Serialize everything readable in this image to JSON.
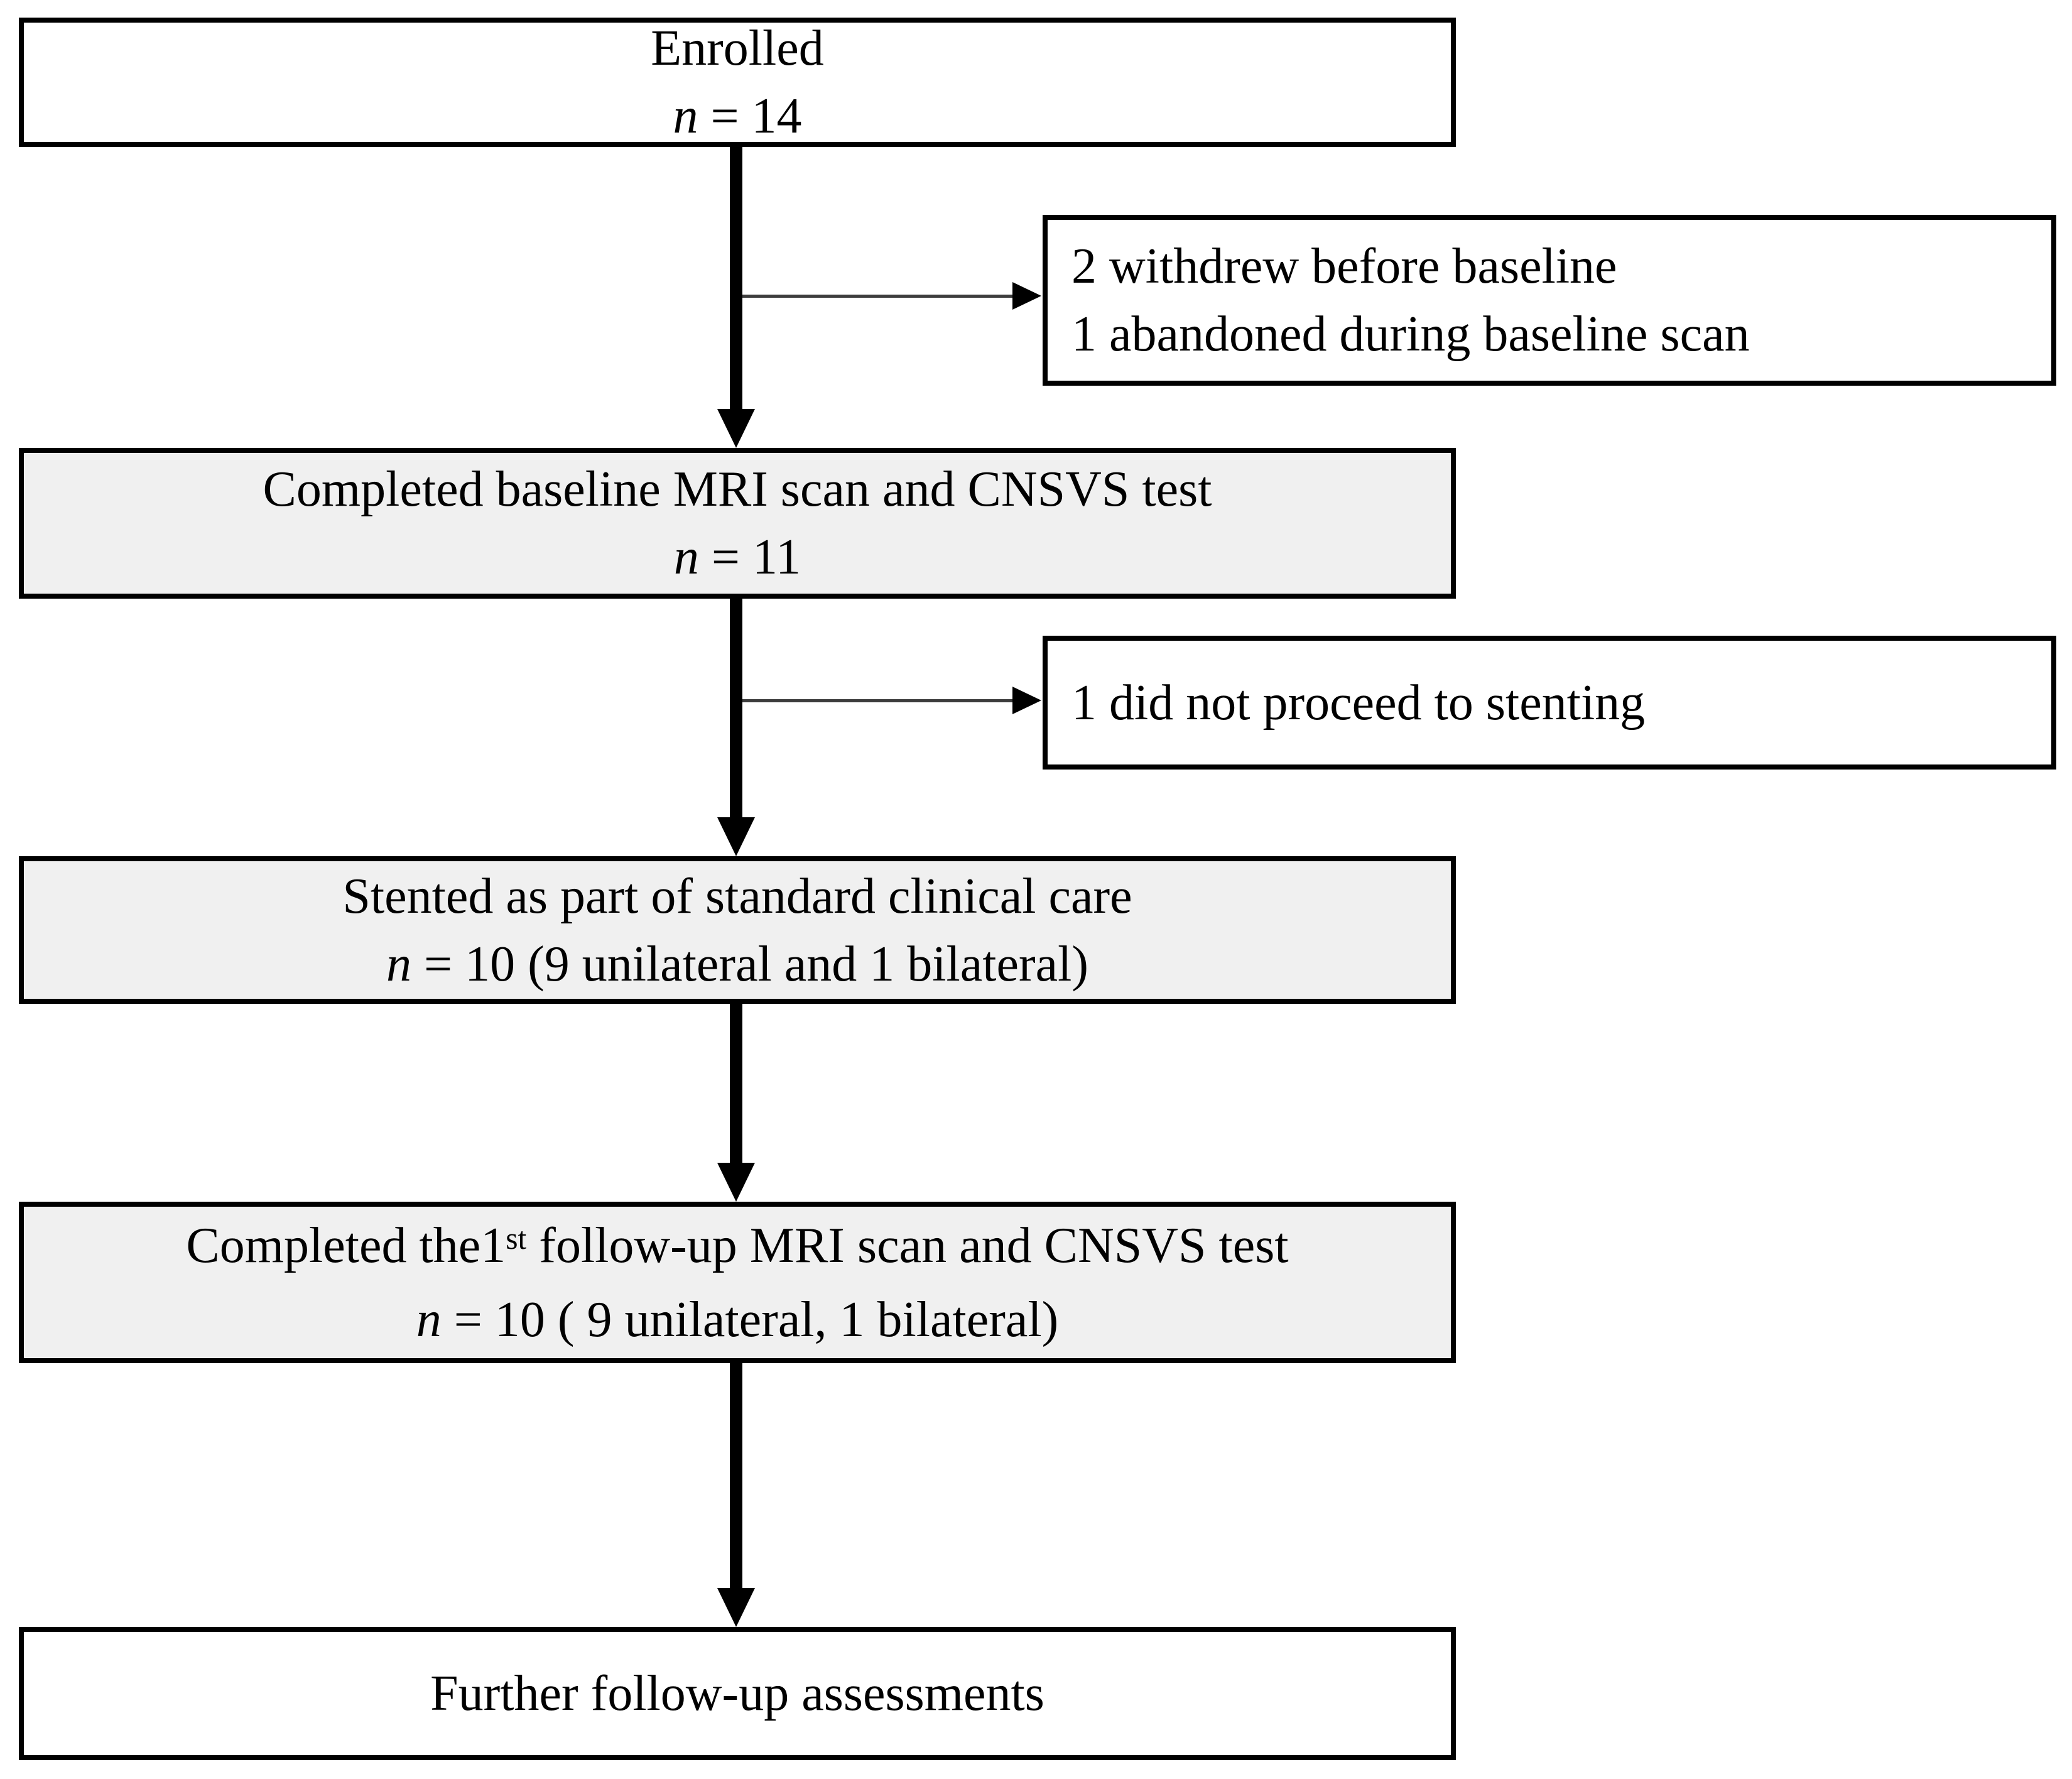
{
  "diagram": {
    "type": "patient-flowchart",
    "colors": {
      "node_fill_gray": "#f0f0f0",
      "node_fill_white": "#ffffff",
      "node_border": "#000000",
      "arrow": "#000000",
      "branch_line": "#3d3d3d"
    },
    "nodes": {
      "enrolled": {
        "title": "Enrolled",
        "n_italic": "n",
        "n_text": " = 14"
      },
      "withdrew": {
        "lines": [
          "2 withdrew before baseline",
          "1 abandoned during baseline scan"
        ]
      },
      "baseline": {
        "title": "Completed baseline MRI scan and CNSVS test",
        "n_italic": "n",
        "n_text": " = 11"
      },
      "no_stent": {
        "lines": [
          "1 did not proceed to stenting"
        ]
      },
      "stented": {
        "title": "Stented as part of standard clinical care",
        "n_italic": "n",
        "n_text": " = 10 (9 unilateral and 1 bilateral)"
      },
      "followup1": {
        "title_before_sup": "Completed the1",
        "title_sup": "st",
        "title_after_sup": " follow-up MRI scan and CNSVS test",
        "n_italic": "n",
        "n_text": " = 10 ( 9 unilateral, 1 bilateral)"
      },
      "further": {
        "title": "Further follow-up assessments"
      }
    }
  }
}
